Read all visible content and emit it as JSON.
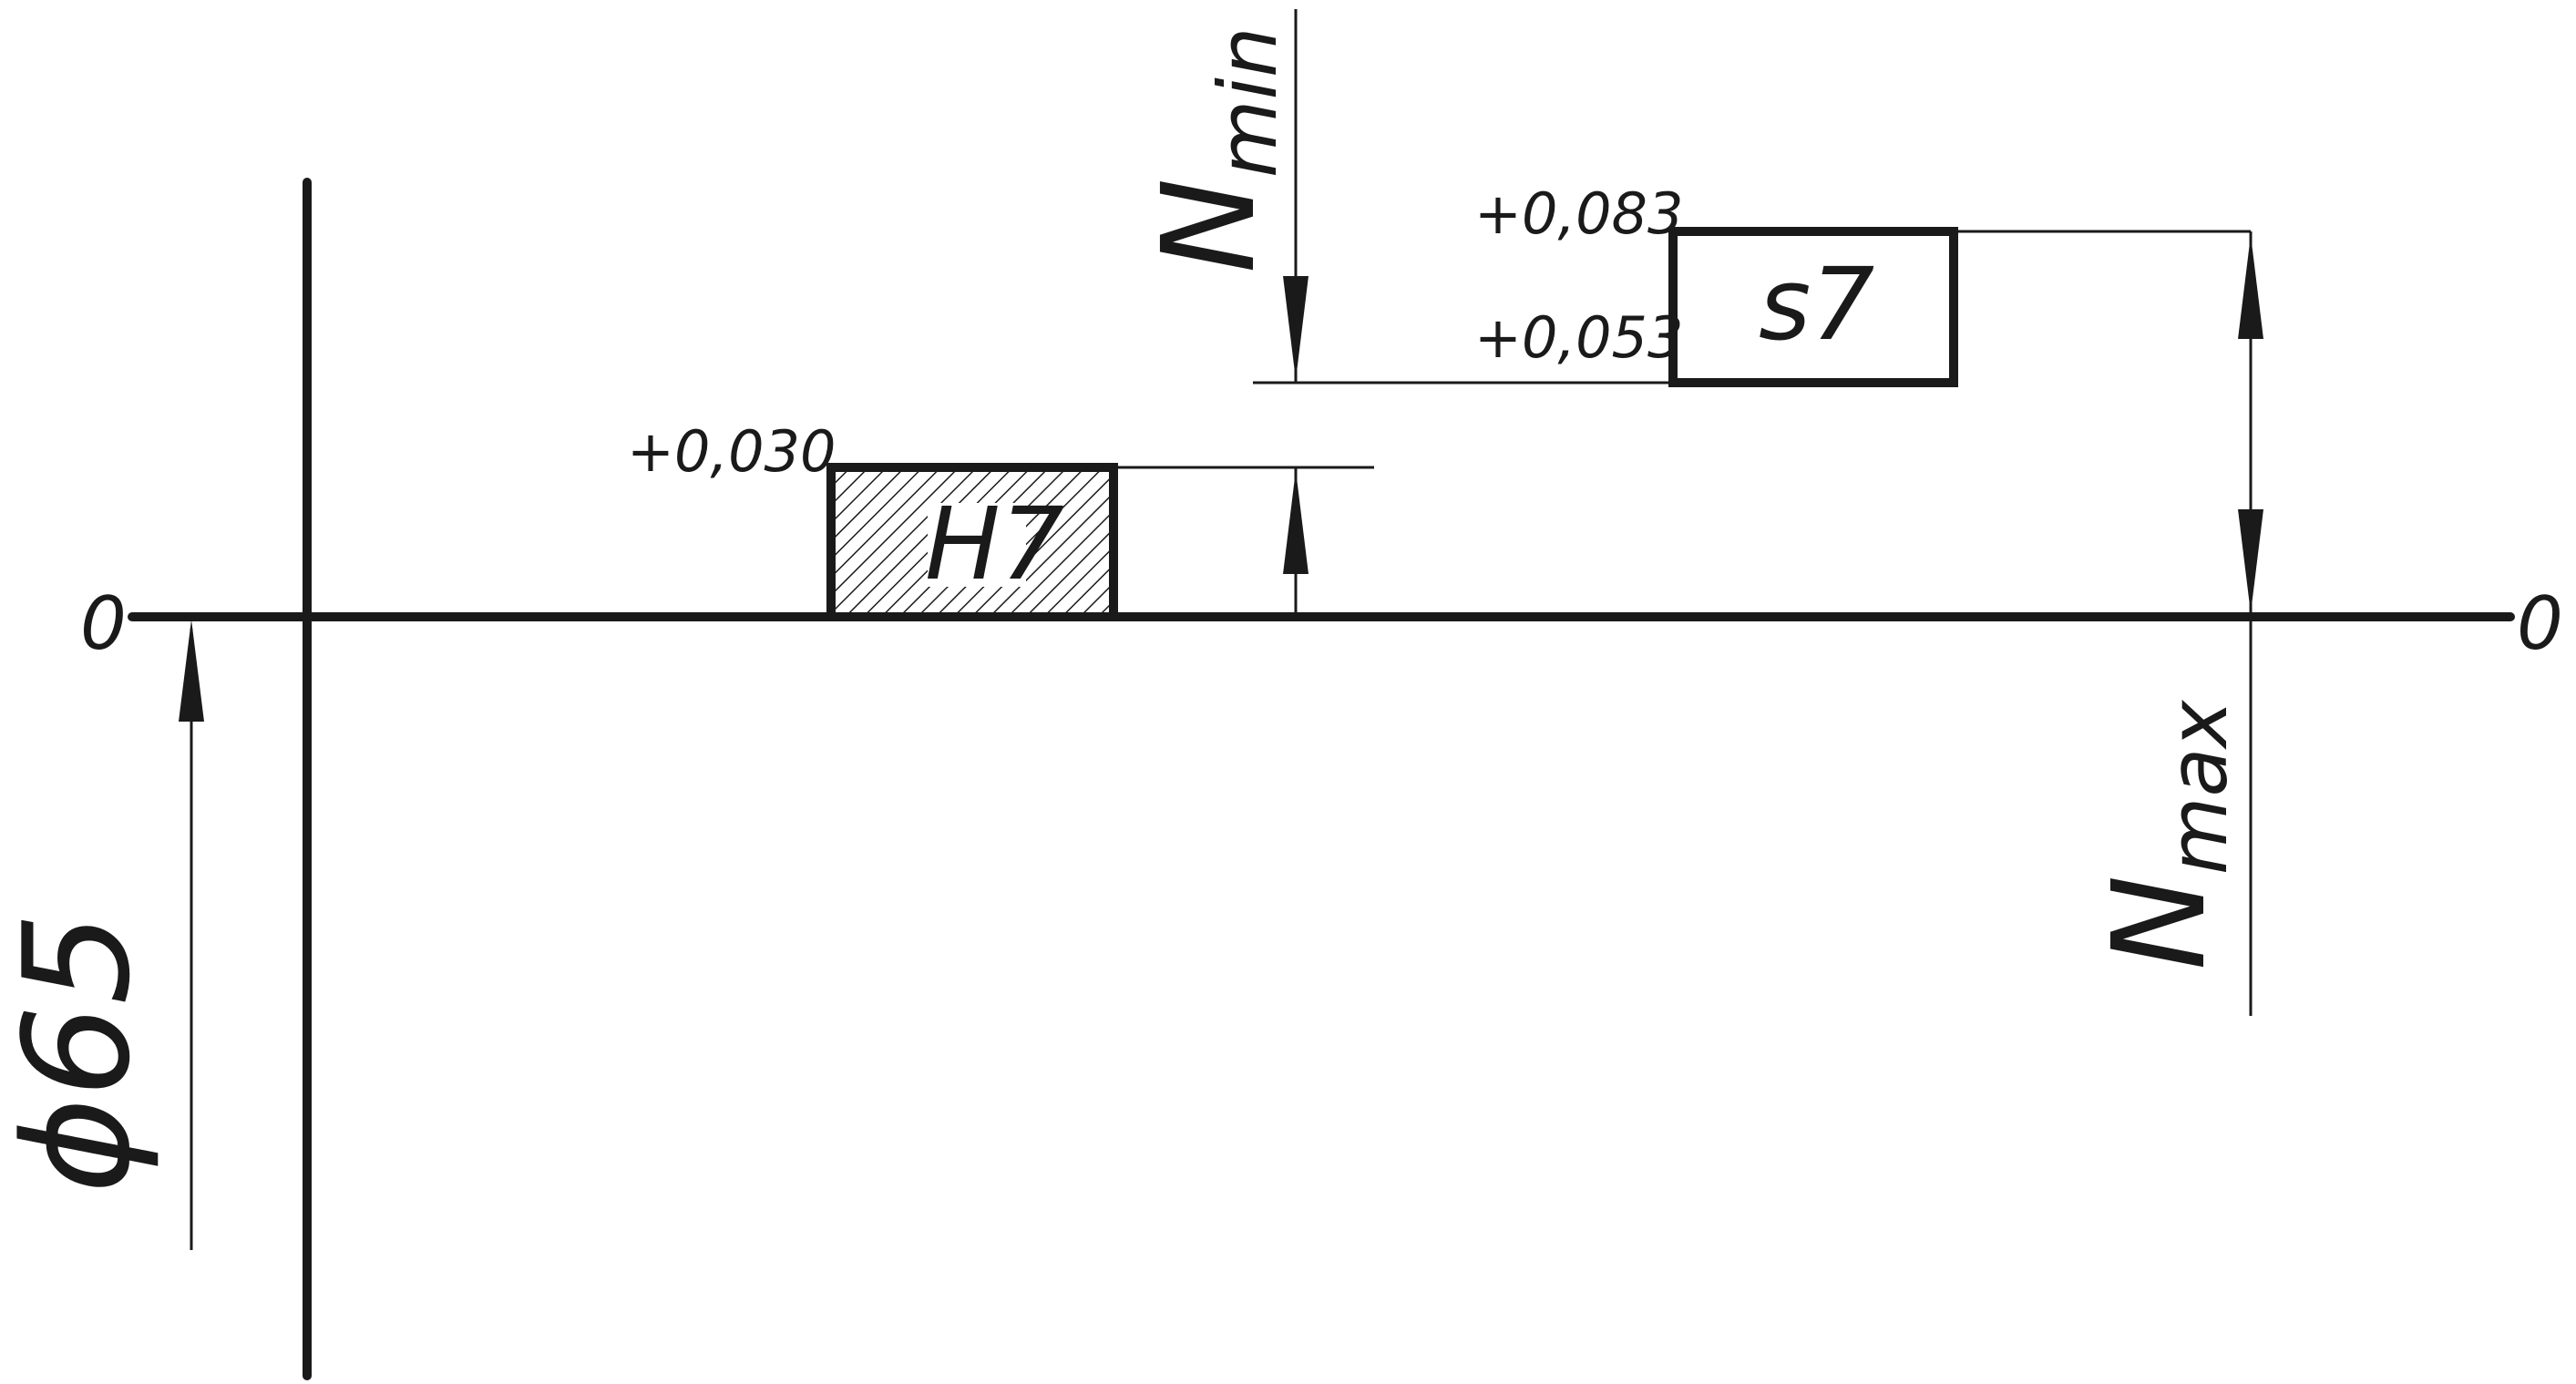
{
  "zero_line_label": "0",
  "hole": {
    "label": "H7",
    "upper_deviation": "+0,030",
    "lower_deviation": "0"
  },
  "shaft": {
    "label": "s7",
    "upper_deviation": "+0,083",
    "lower_deviation": "+0,053"
  },
  "interference_min": {
    "letter": "N",
    "sub": "min"
  },
  "interference_max": {
    "letter": "N",
    "sub": "max"
  },
  "nominal_diameter": "ϕ65",
  "colors": {
    "line": "#1a1a1a",
    "background": "#ffffff"
  }
}
